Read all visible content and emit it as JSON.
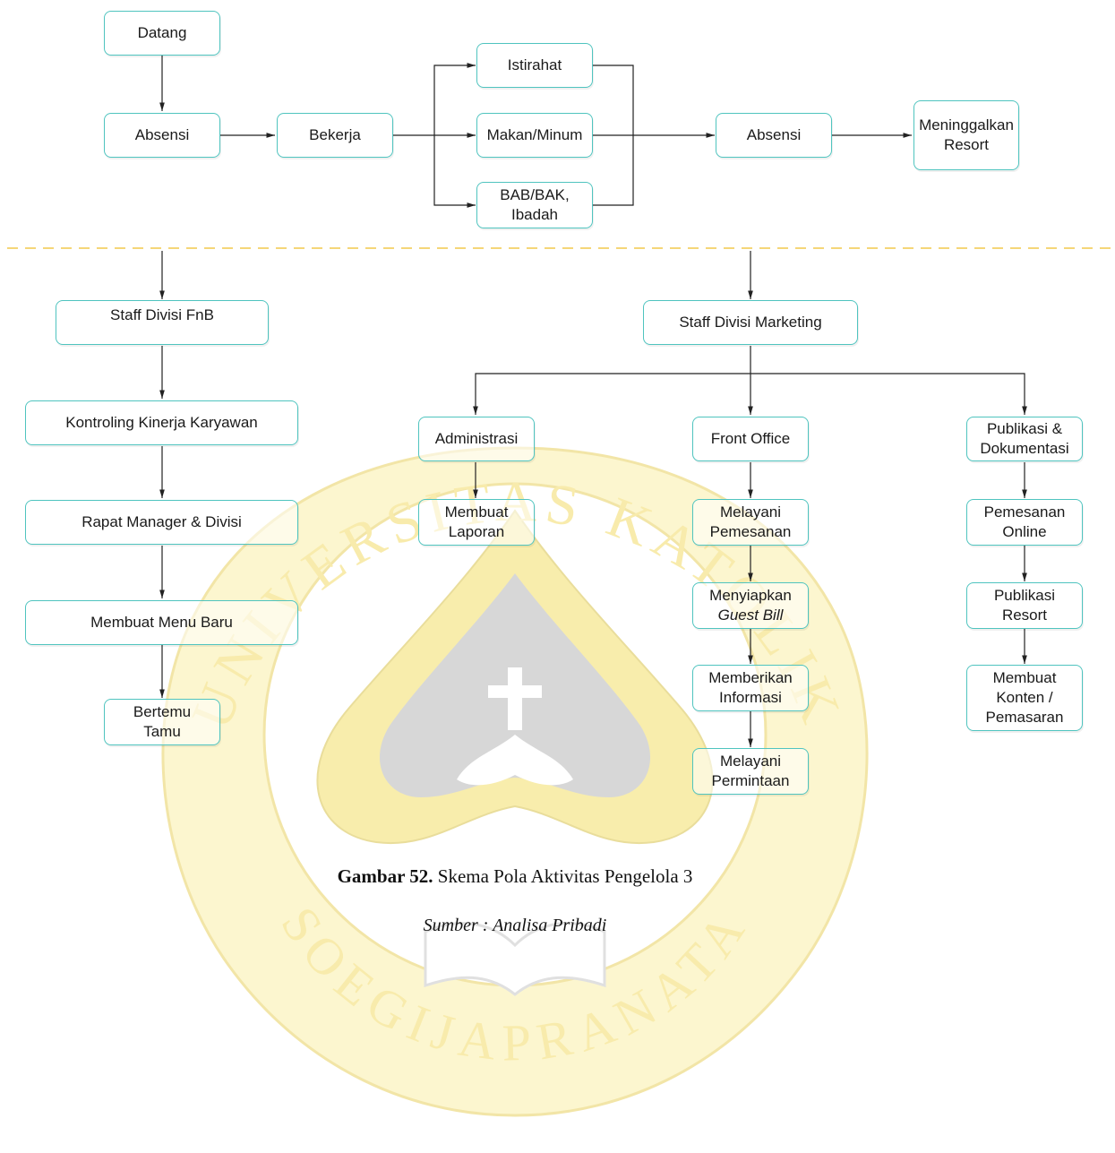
{
  "diagram": {
    "nodes": {
      "datang": "Datang",
      "absensi_in": "Absensi",
      "bekerja": "Bekerja",
      "istirahat": "Istirahat",
      "makan": "Makan/Minum",
      "bab": "BAB/BAK,\nIbadah",
      "absensi_out": "Absensi",
      "meninggalkan": "Meninggalkan\nResort",
      "staff_fnb": "Staff Divisi FnB",
      "kontroling": "Kontroling Kinerja Karyawan",
      "rapat": "Rapat Manager & Divisi",
      "menu_baru": "Membuat Menu Baru",
      "bertemu": "Bertemu\nTamu",
      "staff_marketing": "Staff Divisi Marketing",
      "administrasi": "Administrasi",
      "laporan": "Membuat\nLaporan",
      "front_office": "Front Office",
      "pemesanan": "Melayani\nPemesanan",
      "guest_bill_line1": "Menyiapkan",
      "guest_bill_line2": "Guest Bill",
      "informasi": "Memberikan\nInformasi",
      "permintaan": "Melayani\nPermintaan",
      "publikasi_dok": "Publikasi &\nDokumentasi",
      "pemesanan_online": "Pemesanan\nOnline",
      "publikasi_resort": "Publikasi\nResort",
      "konten": "Membuat\nKonten /\nPemasaran"
    }
  },
  "caption": {
    "label": "Gambar 52.",
    "title": " Skema Pola Aktivitas Pengelola 3",
    "source": "Sumber : Analisa Pribadi"
  },
  "watermark": {
    "text": "UNIVERSITAS KATOLIK SOEGIJAPRANATA",
    "color": "#f6e27a"
  },
  "colors": {
    "box_border": "#4fc4bf",
    "divider": "#f2c94c",
    "line": "#222222"
  }
}
